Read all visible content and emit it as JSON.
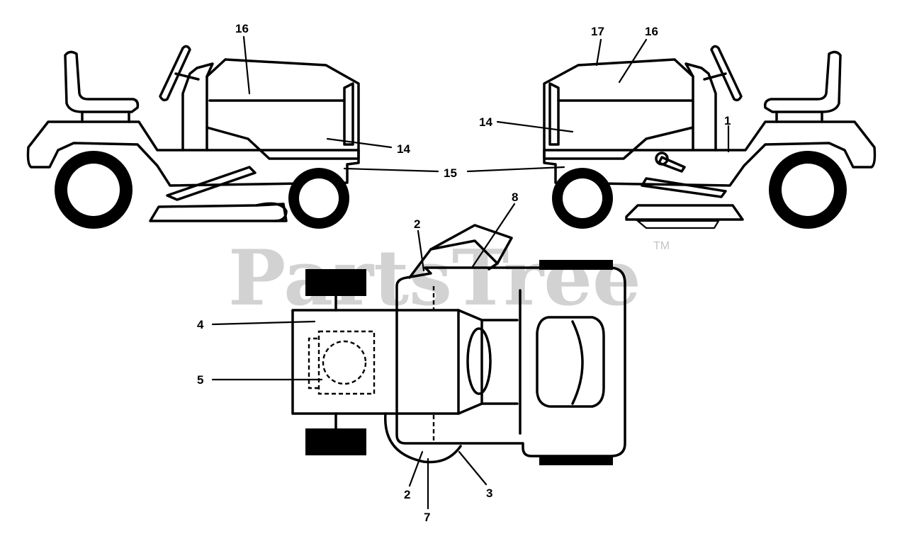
{
  "watermark": {
    "text": "PartsTree",
    "trademark": "TM"
  },
  "callouts": [
    {
      "id": "c16-left",
      "label": "16"
    },
    {
      "id": "c14-left",
      "label": "14"
    },
    {
      "id": "c15",
      "label": "15"
    },
    {
      "id": "c17",
      "label": "17"
    },
    {
      "id": "c16-right",
      "label": "16"
    },
    {
      "id": "c14-right",
      "label": "14"
    },
    {
      "id": "c1",
      "label": "1"
    },
    {
      "id": "c8",
      "label": "8"
    },
    {
      "id": "c2-top",
      "label": "2"
    },
    {
      "id": "c4",
      "label": "4"
    },
    {
      "id": "c5",
      "label": "5"
    },
    {
      "id": "c2-bottom",
      "label": "2"
    },
    {
      "id": "c7",
      "label": "7"
    },
    {
      "id": "c3",
      "label": "3"
    }
  ],
  "colors": {
    "line": "#000000",
    "background": "#ffffff",
    "watermark": "#d2d2d2"
  }
}
